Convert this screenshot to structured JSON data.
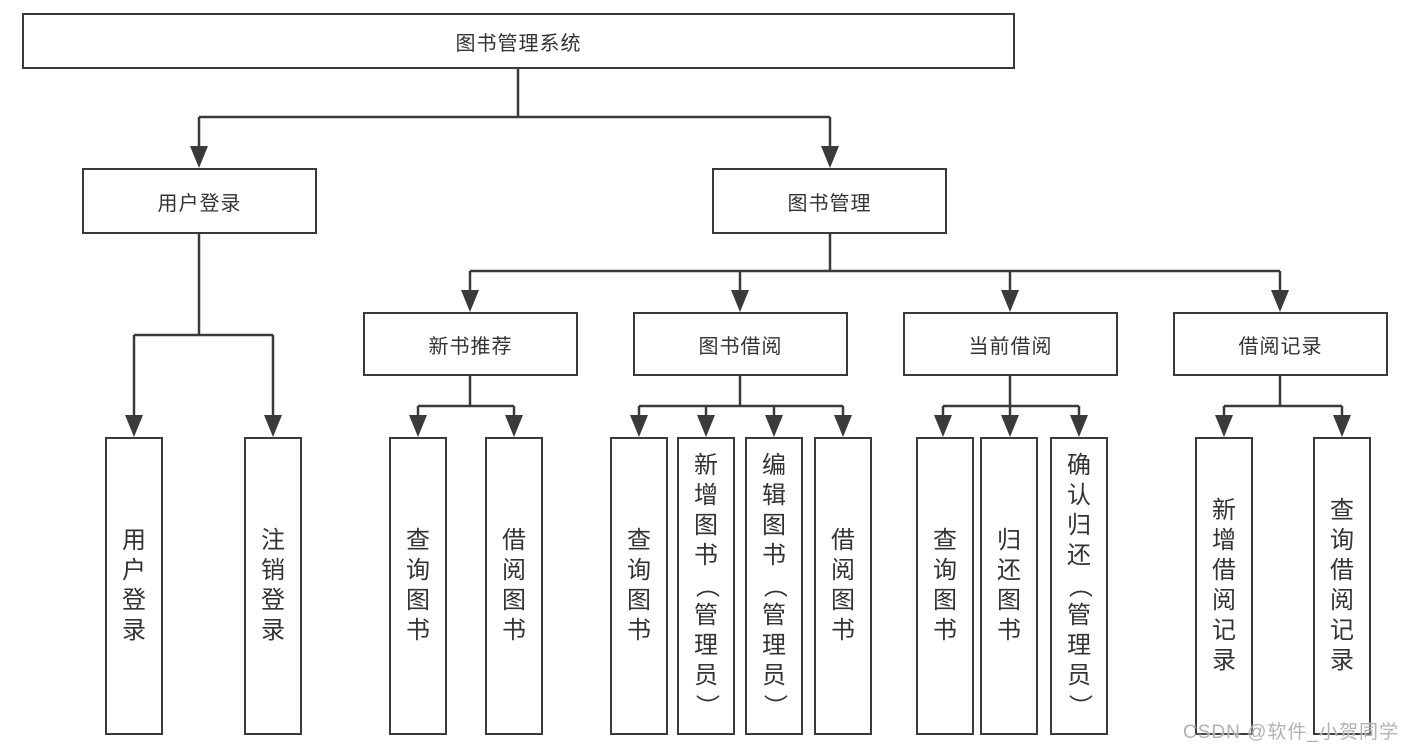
{
  "diagram": {
    "root": {
      "label": "图书管理系统"
    },
    "branches": [
      {
        "label": "用户登录",
        "children": [
          {
            "label": "用户登录"
          },
          {
            "label": "注销登录"
          }
        ]
      },
      {
        "label": "图书管理",
        "children": [
          {
            "label": "新书推荐",
            "children": [
              {
                "label": "查询图书"
              },
              {
                "label": "借阅图书"
              }
            ]
          },
          {
            "label": "图书借阅",
            "children": [
              {
                "label": "查询图书"
              },
              {
                "label": "新增图书（管理员）"
              },
              {
                "label": "编辑图书（管理员）"
              },
              {
                "label": "借阅图书"
              }
            ]
          },
          {
            "label": "当前借阅",
            "children": [
              {
                "label": "查询图书"
              },
              {
                "label": "归还图书"
              },
              {
                "label": "确认归还（管理员）"
              }
            ]
          },
          {
            "label": "借阅记录",
            "children": [
              {
                "label": "新增借阅记录"
              },
              {
                "label": "查询借阅记录"
              }
            ]
          }
        ]
      }
    ]
  },
  "watermark": {
    "text": "CSDN @软件_小贺同学"
  },
  "colors": {
    "line": "#3a3a3a",
    "text": "#333333",
    "watermark": "#b2b2b2",
    "background": "#ffffff"
  }
}
